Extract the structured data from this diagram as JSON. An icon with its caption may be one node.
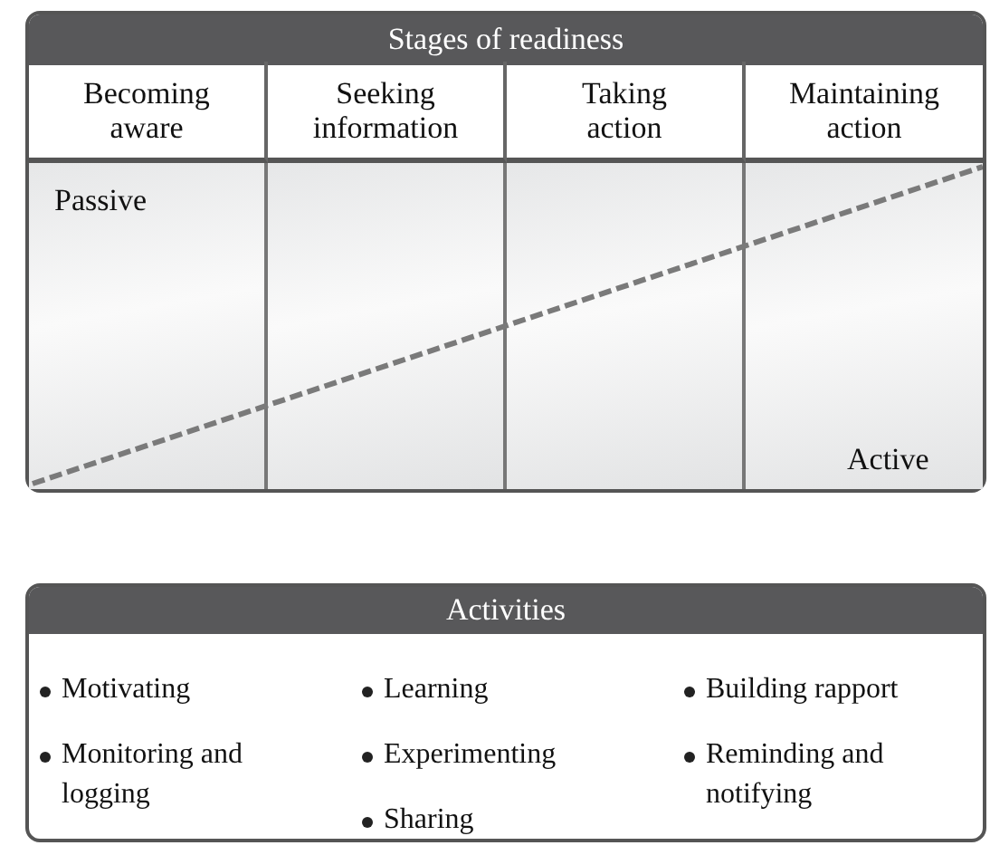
{
  "diagram": {
    "nodes": [
      {
        "text": [
          "Stages of readiness"
        ]
      },
      {
        "text": [
          "Becoming aware"
        ],
        "in": 0
      },
      {
        "text": [
          "Seeking information"
        ],
        "in": 0
      },
      {
        "text": [
          "Taking action"
        ],
        "in": 0
      },
      {
        "text": [
          "Maintaining action"
        ],
        "in": 0
      },
      {
        "text": [
          "Activities"
        ]
      }
    ],
    "labels": [
      "Passive",
      "Active",
      "Motivating",
      "Learning",
      "Building rapport",
      "Monitoring and logging",
      "Experimenting",
      "Reminding and notifying",
      "Sharing"
    ]
  }
}
